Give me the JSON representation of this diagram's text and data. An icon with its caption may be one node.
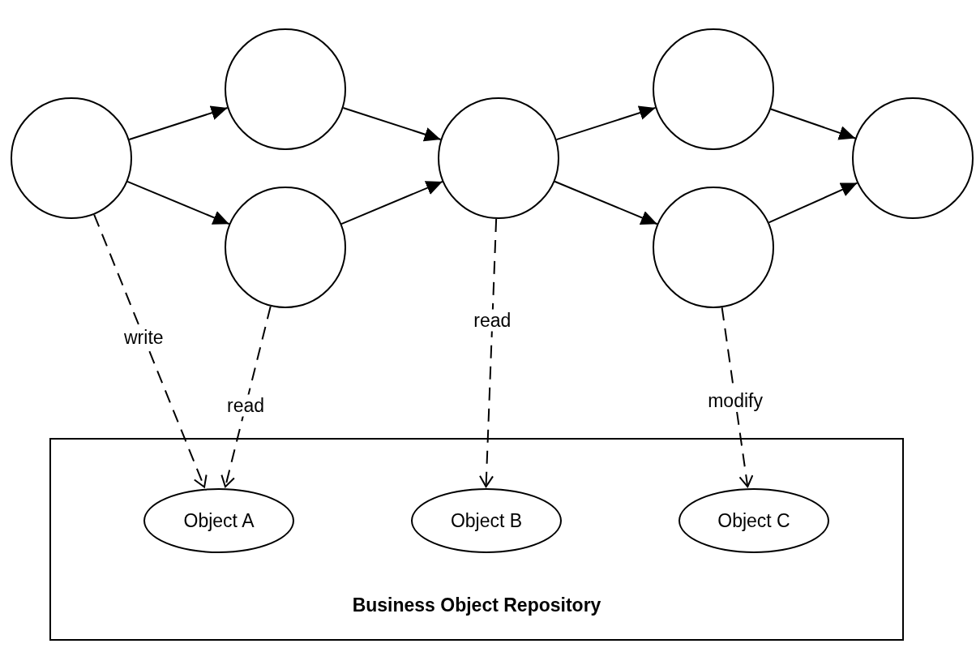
{
  "diagram": {
    "nodes": [
      {
        "text": [],
        "shape": "circle"
      },
      {
        "text": [],
        "shape": "circle"
      },
      {
        "text": [],
        "shape": "circle"
      },
      {
        "text": [],
        "shape": "circle"
      },
      {
        "text": [],
        "shape": "circle"
      },
      {
        "text": [],
        "shape": "circle"
      },
      {
        "text": [],
        "shape": "circle"
      },
      {
        "text": [
          "Business Object Repository"
        ]
      },
      {
        "text": [
          "Object A"
        ],
        "in": 7
      },
      {
        "text": [
          "Object B"
        ],
        "in": 7
      },
      {
        "text": [
          "Object C"
        ],
        "in": 7
      }
    ],
    "edges": [
      {
        "from": 0,
        "to": 1,
        "arrow": "to"
      },
      {
        "from": 0,
        "to": 2,
        "arrow": "to"
      },
      {
        "from": 1,
        "to": 3,
        "arrow": "to"
      },
      {
        "from": 2,
        "to": 3,
        "arrow": "to"
      },
      {
        "from": 3,
        "to": 4,
        "arrow": "to"
      },
      {
        "from": 3,
        "to": 5,
        "arrow": "to"
      },
      {
        "from": 4,
        "to": 6,
        "arrow": "to"
      },
      {
        "from": 5,
        "to": 6,
        "arrow": "to"
      },
      {
        "from": 0,
        "to": 8,
        "arrow": "to",
        "label": "write",
        "style": "dashed"
      },
      {
        "from": 2,
        "to": 8,
        "arrow": "to",
        "label": "read",
        "style": "dashed"
      },
      {
        "from": 3,
        "to": 9,
        "arrow": "to",
        "label": "read",
        "style": "dashed"
      },
      {
        "from": 5,
        "to": 10,
        "arrow": "to",
        "label": "modify",
        "style": "dashed"
      }
    ]
  }
}
